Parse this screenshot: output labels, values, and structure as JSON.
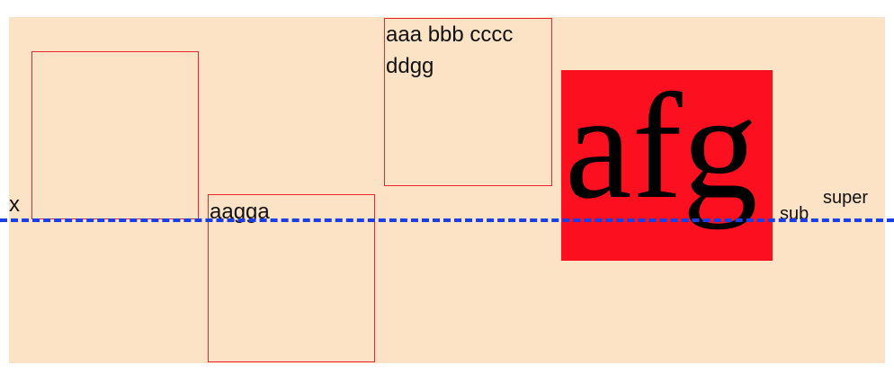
{
  "labels": {
    "x": "x",
    "aagga": "aagga",
    "paragraph_line1": "aaa bbb cccc",
    "paragraph_line2": "ddgg",
    "big_serif": "afg",
    "sub": "sub",
    "super": "super"
  },
  "colors": {
    "panel_background": "#fde3c6",
    "box_border": "#e8282e",
    "red_tile": "#fc0f1e",
    "baseline": "#1a3ee8"
  }
}
